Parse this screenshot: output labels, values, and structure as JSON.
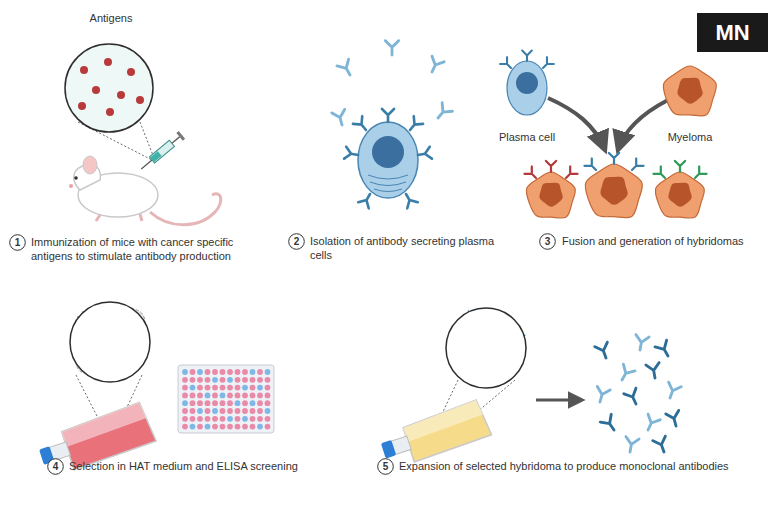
{
  "diagram": {
    "nodes": [
      {
        "text": [
          "MN"
        ]
      },
      {
        "text": [
          "1"
        ]
      },
      {
        "text": [
          "2"
        ]
      },
      {
        "text": [
          "3"
        ]
      },
      {
        "text": [
          "4"
        ]
      },
      {
        "text": [
          "5"
        ]
      }
    ],
    "labels": [
      "Antigens",
      "Immunization of mice with cancer specific antigens to stimulate antibody production",
      "Isolation of antibody secreting plasma cells",
      "Plasma cell",
      "Myeloma",
      "Fusion and generation of hybridomas",
      "Selection in HAT medium and ELISA screening",
      "Expansion of selected hybridoma to produce monoclonal antibodies"
    ]
  }
}
